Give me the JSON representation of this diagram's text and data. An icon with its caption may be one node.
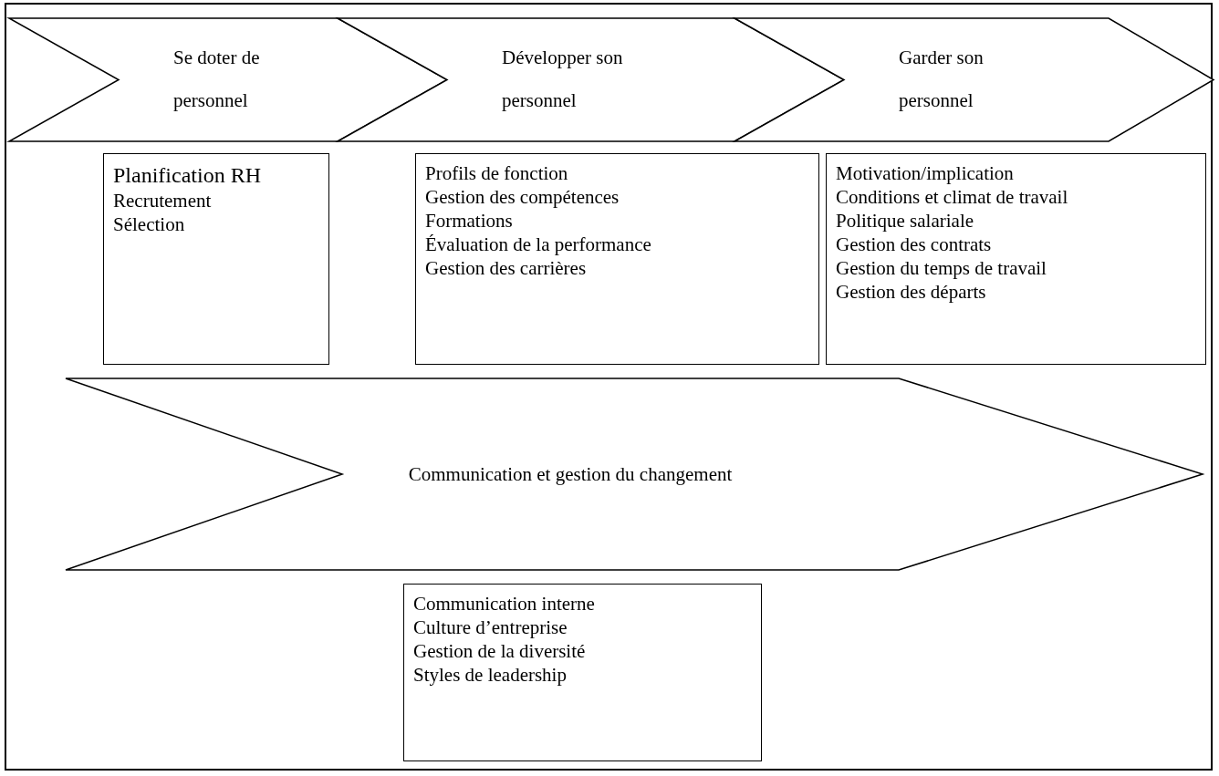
{
  "diagram": {
    "nodes": [
      {
        "text": [
          "Se doter de personnel"
        ]
      },
      {
        "text": [
          "Développer son personnel"
        ]
      },
      {
        "text": [
          "Garder son personnel"
        ]
      },
      {
        "text": [
          "Planification RH",
          "Recrutement",
          "Sélection"
        ]
      },
      {
        "text": [
          "Profils de fonction",
          "Gestion des compétences",
          "Formations",
          "Évaluation de la performance",
          "Gestion des carrières"
        ]
      },
      {
        "text": [
          "Motivation/implication",
          "Conditions et climat de travail",
          "Politique salariale",
          "Gestion des contrats",
          "Gestion du temps de travail",
          "Gestion des départs"
        ]
      },
      {
        "text": [
          "Communication et gestion du changement"
        ]
      },
      {
        "text": [
          "Communication interne",
          "Culture d’entreprise",
          "Gestion de la diversité",
          "Styles de leadership"
        ]
      }
    ],
    "edges": []
  }
}
